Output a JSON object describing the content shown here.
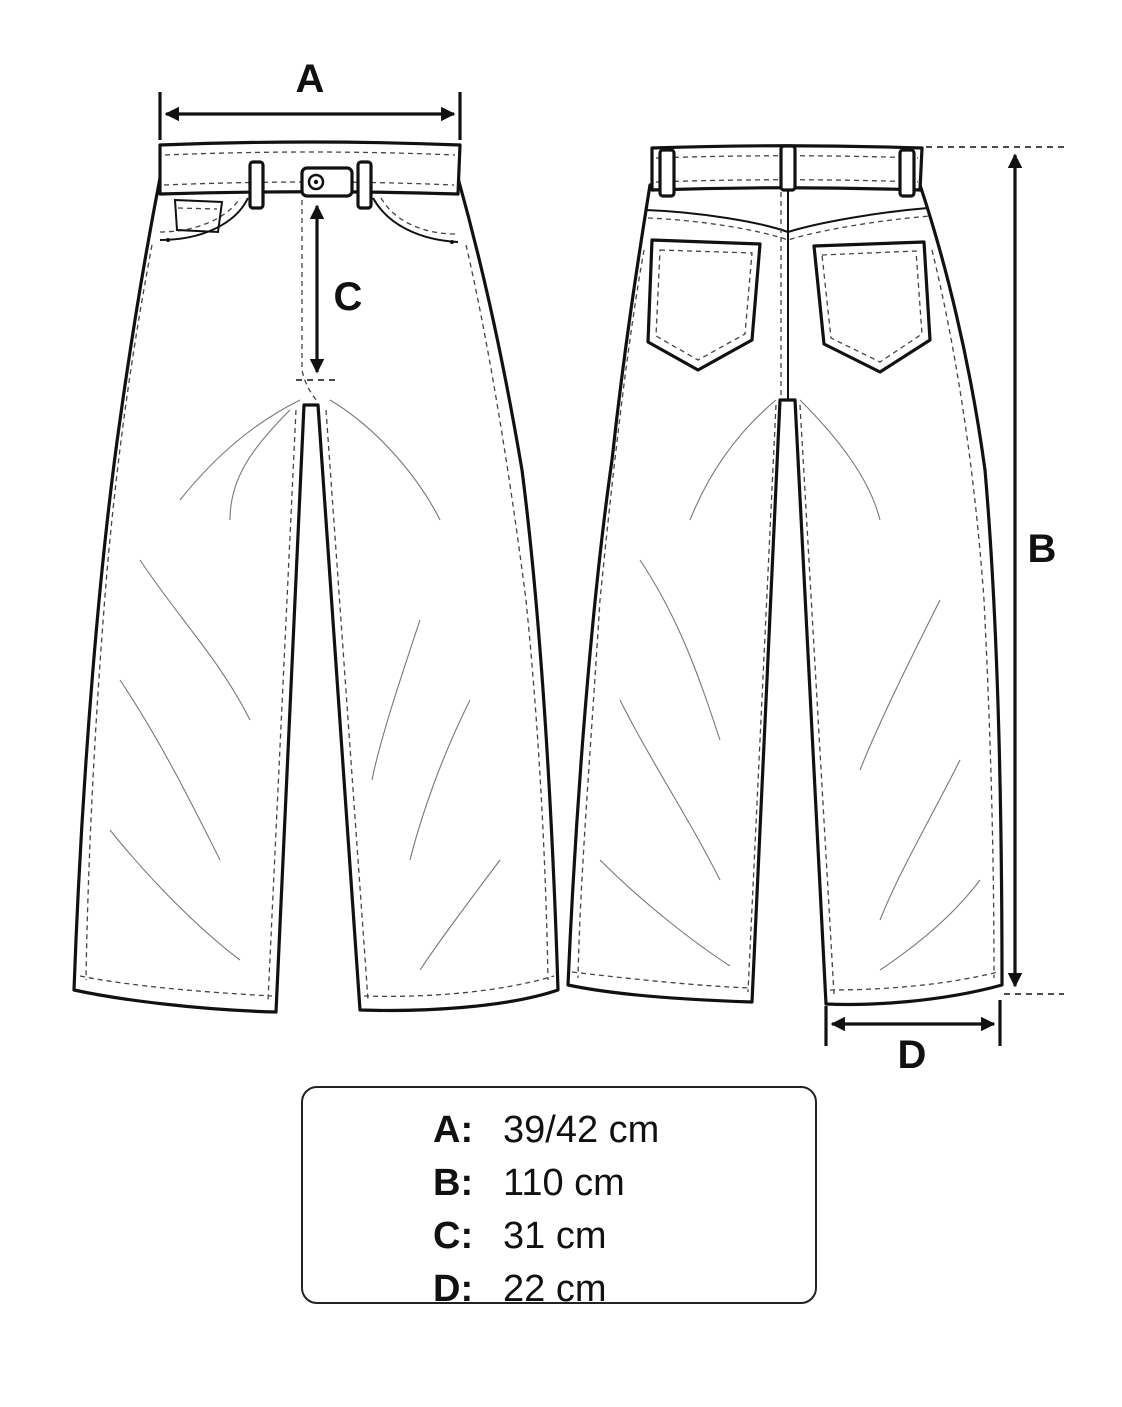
{
  "labels": {
    "a": "A",
    "b": "B",
    "c": "C",
    "d": "D"
  },
  "measurements": [
    {
      "key": "A:",
      "value": "39/42 cm"
    },
    {
      "key": "B:",
      "value": "110 cm"
    },
    {
      "key": "C:",
      "value": "31 cm"
    },
    {
      "key": "D:",
      "value": "22 cm"
    }
  ]
}
